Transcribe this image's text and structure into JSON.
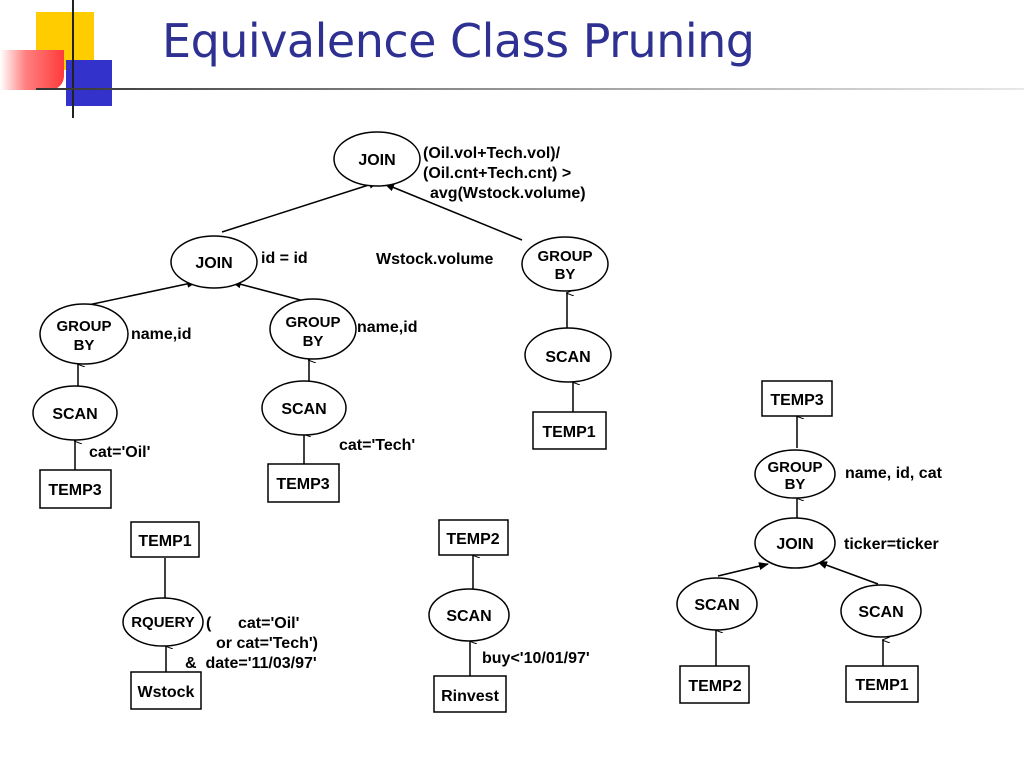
{
  "slide": {
    "title": "Equivalence Class Pruning"
  },
  "colors": {
    "title": "#2e3192",
    "deco_yellow": "#ffcc00",
    "deco_red": "#ff3b3b",
    "deco_blue": "#3333cc"
  },
  "plans": {
    "main_tree": {
      "nodes": [
        {
          "id": "join_top",
          "type": "ellipse",
          "label": "JOIN"
        },
        {
          "id": "join_mid",
          "type": "ellipse",
          "label": "JOIN"
        },
        {
          "id": "groupby_right",
          "type": "ellipse",
          "label": "GROUP BY",
          "lines": [
            "GROUP",
            "BY"
          ]
        },
        {
          "id": "scan_right",
          "type": "ellipse",
          "label": "SCAN"
        },
        {
          "id": "temp1_right",
          "type": "box",
          "label": "TEMP1"
        },
        {
          "id": "groupby_left",
          "type": "ellipse",
          "label": "GROUP BY",
          "lines": [
            "GROUP",
            "BY"
          ]
        },
        {
          "id": "groupby_mid",
          "type": "ellipse",
          "label": "GROUP BY",
          "lines": [
            "GROUP",
            "BY"
          ]
        },
        {
          "id": "scan_left",
          "type": "ellipse",
          "label": "SCAN"
        },
        {
          "id": "scan_mid",
          "type": "ellipse",
          "label": "SCAN"
        },
        {
          "id": "temp3_left",
          "type": "box",
          "label": "TEMP3"
        },
        {
          "id": "temp3_mid",
          "type": "box",
          "label": "TEMP3"
        }
      ],
      "labels": {
        "join_top_cond": [
          "(Oil.vol+Tech.vol)/",
          "(Oil.cnt+Tech.cnt) >",
          "avg(Wstock.volume)"
        ],
        "join_mid_cond": "id = id",
        "wstock_volume": "Wstock.volume",
        "groupby_left_cols": "name,id",
        "groupby_mid_cols": "name,id",
        "scan_left_pred": "cat='Oil'",
        "scan_mid_pred": "cat='Tech'"
      }
    },
    "temp1_plan": {
      "nodes": [
        {
          "id": "temp1_out",
          "type": "box",
          "label": "TEMP1"
        },
        {
          "id": "rquery",
          "type": "ellipse",
          "label": "RQUERY"
        },
        {
          "id": "wstock",
          "type": "box",
          "label": "Wstock"
        }
      ],
      "labels": {
        "rquery_pred": [
          "(      cat='Oil'",
          "or cat='Tech')",
          "&  date='11/03/97'"
        ]
      }
    },
    "temp2_plan": {
      "nodes": [
        {
          "id": "temp2_out",
          "type": "box",
          "label": "TEMP2"
        },
        {
          "id": "scan_rinvest",
          "type": "ellipse",
          "label": "SCAN"
        },
        {
          "id": "rinvest",
          "type": "box",
          "label": "Rinvest"
        }
      ],
      "labels": {
        "scan_pred": "buy<'10/01/97'"
      }
    },
    "temp3_plan": {
      "nodes": [
        {
          "id": "temp3_out",
          "type": "box",
          "label": "TEMP3"
        },
        {
          "id": "groupby_t3",
          "type": "ellipse",
          "label": "GROUP BY",
          "lines": [
            "GROUP",
            "BY"
          ]
        },
        {
          "id": "join_t3",
          "type": "ellipse",
          "label": "JOIN"
        },
        {
          "id": "scan_t3_left",
          "type": "ellipse",
          "label": "SCAN"
        },
        {
          "id": "scan_t3_right",
          "type": "ellipse",
          "label": "SCAN"
        },
        {
          "id": "temp2_in",
          "type": "box",
          "label": "TEMP2"
        },
        {
          "id": "temp1_in",
          "type": "box",
          "label": "TEMP1"
        }
      ],
      "labels": {
        "groupby_cols": "name, id, cat",
        "join_cond": "ticker=ticker"
      }
    }
  }
}
